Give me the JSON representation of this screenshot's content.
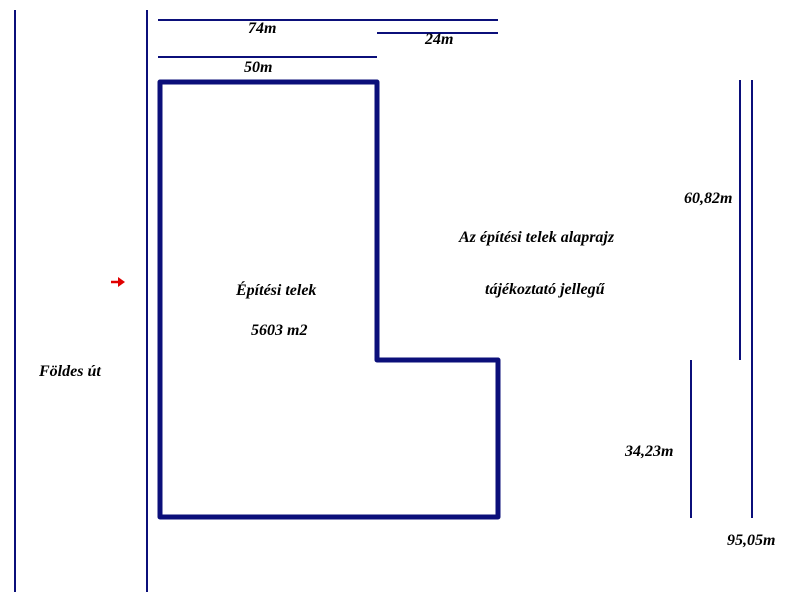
{
  "colors": {
    "plot_outline": "#0b0f7a",
    "dimension_line": "#0b0f7a",
    "road_line": "#0b0f7a",
    "arrow": "#e00000",
    "text": "#000000"
  },
  "dimensions": {
    "top_total": "74m",
    "top_right": "24m",
    "top_left": "50m",
    "right_upper": "60,82m",
    "right_lower": "34,23m",
    "right_total": "95,05m"
  },
  "plot": {
    "name": "Építési telek",
    "area": "5603 m2"
  },
  "road": {
    "label": "Földes út"
  },
  "note": {
    "line1": "Az építési telek alaprajz",
    "line2": "tájékoztató jellegű"
  },
  "arrow_icon": "arrow-right-icon"
}
